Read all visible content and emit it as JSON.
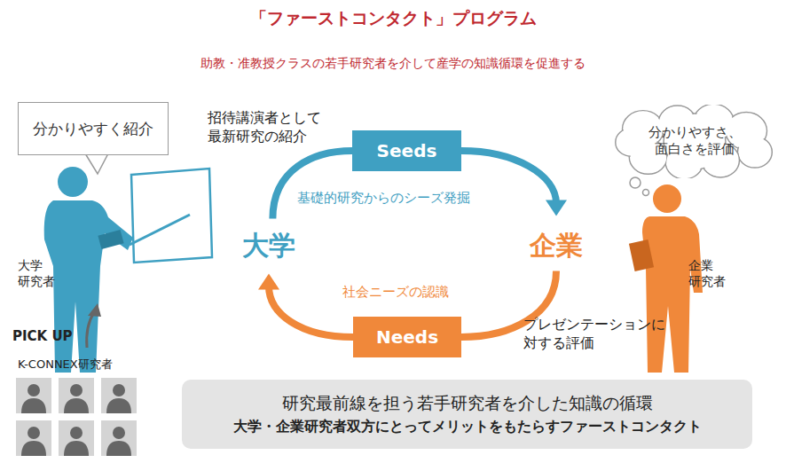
{
  "diagram": {
    "title": "「ファーストコンタクト」プログラム",
    "nodes": [
      {
        "text": [
          "分かりやすく紹介"
        ]
      },
      {
        "text": [
          "Seeds"
        ]
      },
      {
        "text": [
          "分かりやすさ、 面白さを評価"
        ]
      },
      {
        "text": [
          "大学"
        ]
      },
      {
        "text": [
          "企業"
        ]
      },
      {
        "text": [
          "Needs"
        ]
      },
      {
        "text": [
          "研究最前線を担う若手研究者を介した知識の循環",
          "大学・企業研究者双方にとってメリットをもたらすファーストコンタクト"
        ]
      }
    ],
    "edges": [
      {
        "from": 3,
        "to": 1,
        "arrow": "none"
      },
      {
        "from": 1,
        "to": 4,
        "arrow": "to"
      },
      {
        "from": 4,
        "to": 5,
        "arrow": "none"
      },
      {
        "from": 5,
        "to": 3,
        "arrow": "to"
      }
    ],
    "labels": [
      "助教・准教授クラスの若手研究者を介して産学の知識循環を促進する",
      "招待講演者として 最新研究の紹介",
      "基礎的研究からのシーズ発掘",
      "社会ニーズの認識",
      "プレゼンテーションに 対する評価",
      "大学 研究者",
      "企業 研究者",
      "PICK UP",
      "K-CONNEX研究者"
    ]
  }
}
